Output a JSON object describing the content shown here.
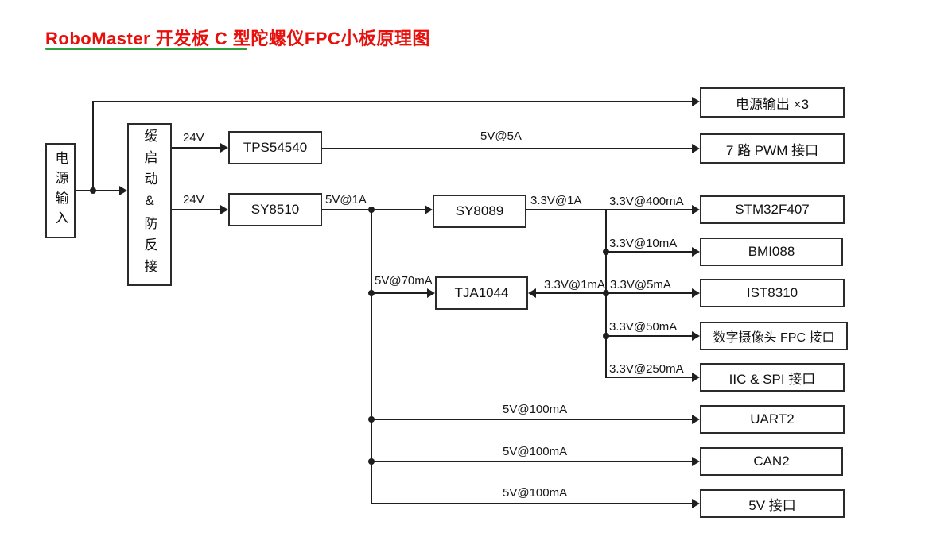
{
  "title": "RoboMaster 开发板 C 型陀螺仪FPC小板原理图",
  "colors": {
    "title_red": "#e8100c",
    "underline_green": "#2f9e3f",
    "wire": "#1f1f1f"
  },
  "diagram": {
    "nodes": {
      "power_input": "电源输入",
      "soft_start": "缓启动&防反接",
      "tps54540": "TPS54540",
      "sy8510": "SY8510",
      "sy8089": "SY8089",
      "tja1044": "TJA1044",
      "power_output": "电源输出 ×3",
      "pwm_port": "7 路 PWM 接口",
      "stm32f407": "STM32F407",
      "bmi088": "BMI088",
      "ist8310": "IST8310",
      "camera_fpc": "数字摄像头 FPC 接口",
      "iic_spi": "IIC & SPI 接口",
      "uart2": "UART2",
      "can2": "CAN2",
      "port_5v": "5V 接口"
    },
    "edge_labels": {
      "to_tps54540": "24V",
      "to_sy8510": "24V",
      "tps_out": "5V@5A",
      "sy8510_out": "5V@1A",
      "sy8089_out": "3.3V@1A",
      "to_stm32f407": "3.3V@400mA",
      "to_bmi088": "3.3V@10mA",
      "to_tja1044_33v": "3.3V@1mA",
      "to_ist8310": "3.3V@5mA",
      "to_camera_fpc": "3.3V@50mA",
      "to_iic_spi": "3.3V@250mA",
      "to_tja1044_5v": "5V@70mA",
      "to_uart2": "5V@100mA",
      "to_can2": "5V@100mA",
      "to_port_5v": "5V@100mA"
    }
  }
}
